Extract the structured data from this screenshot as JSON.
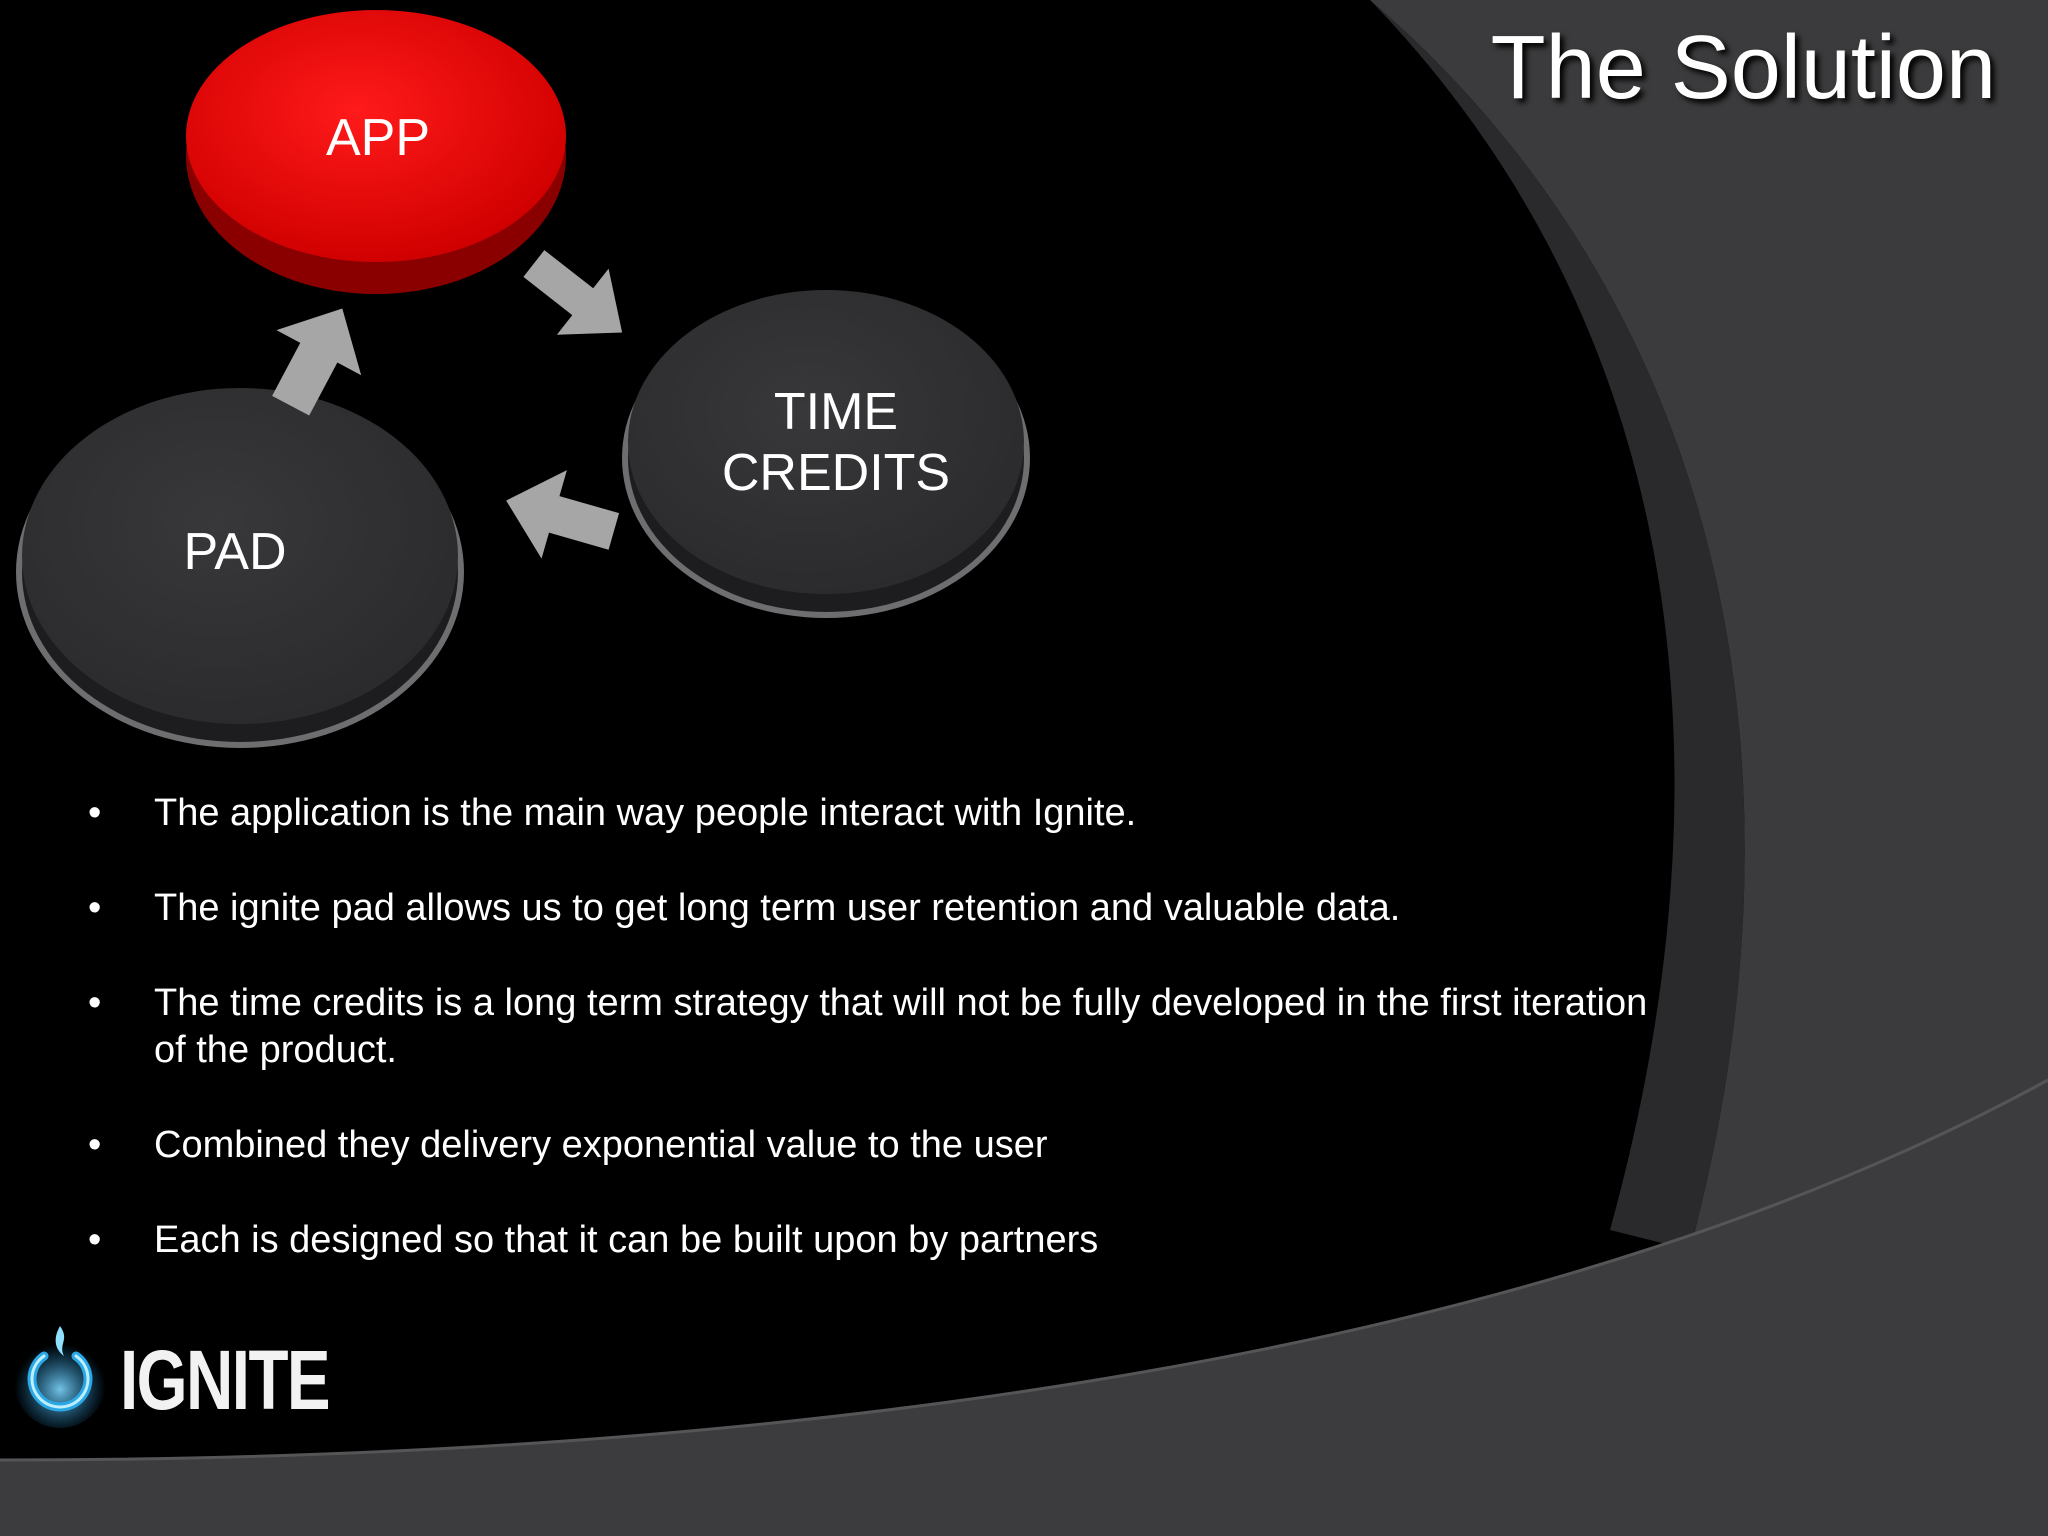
{
  "slide": {
    "title": "The Solution",
    "colors": {
      "background": "#000000",
      "accent": "#e60000",
      "node": "#2e2e30",
      "arrow": "#a6a6a6",
      "logo": "#2aa8e6"
    }
  },
  "cycle": {
    "nodes": [
      {
        "id": "app",
        "label": "APP",
        "color": "#e60000"
      },
      {
        "id": "time-credits",
        "label_line1": "TIME",
        "label_line2": "CREDITS",
        "color": "#2e2e30"
      },
      {
        "id": "pad",
        "label": "PAD",
        "color": "#2e2e30"
      }
    ],
    "arrows": [
      "app-to-time-credits",
      "time-credits-to-pad",
      "pad-to-app"
    ]
  },
  "bullets": [
    {
      "marker": "•",
      "text": "The application is the main way people interact with Ignite."
    },
    {
      "marker": "•",
      "text": "The ignite pad allows us to get long term user retention and valuable data."
    },
    {
      "marker": "•",
      "text": "The time credits is a long term strategy that will not be fully developed in the first iteration of the product."
    },
    {
      "marker": "•",
      "text": "Combined they delivery exponential value to the user"
    },
    {
      "marker": "•",
      "text": "Each is designed so that it can be built upon by partners"
    }
  ],
  "logo": {
    "text": "IGNITE",
    "icon": "power-flame-icon"
  }
}
